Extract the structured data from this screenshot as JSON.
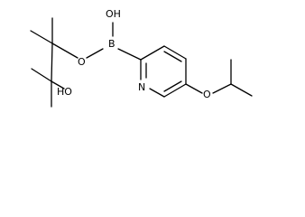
{
  "molecule": {
    "atom_labels": {
      "boronic_oh": "OH",
      "boron": "B",
      "ester_oxygen": "O",
      "hydroxyl": "HO",
      "pyridine_nitrogen": "N",
      "ether_oxygen": "O"
    },
    "colors": {
      "bond": "#000000",
      "label": "#000000",
      "background": "#ffffff"
    }
  }
}
